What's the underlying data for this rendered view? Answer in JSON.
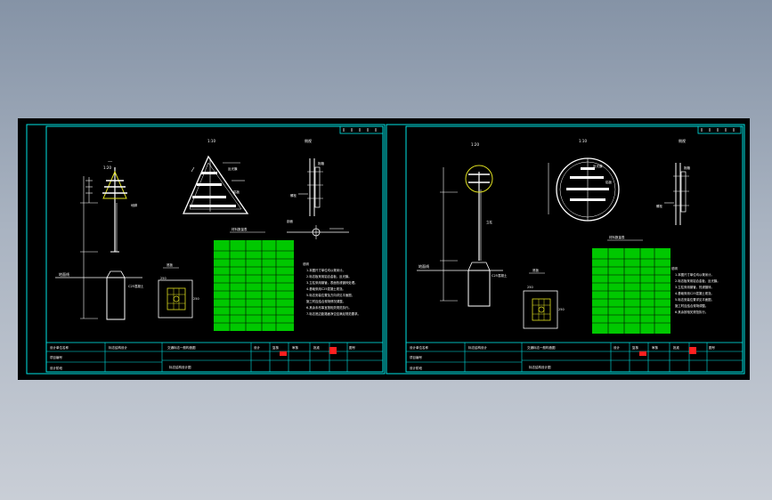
{
  "colors": {
    "background_top": "#8593a6",
    "background_bottom": "#c9ced6",
    "sheet": "#000000",
    "frame": "#00e5e5",
    "table_fill": "#00c800",
    "text_green": "#33ff33",
    "text_white": "#ffffff",
    "mark_red": "#ff2020",
    "sign_yellow": "#e0e020",
    "sign_white": "#ffffff"
  },
  "sheets": [
    {
      "id": "sheet-triangle",
      "sign_shape": "triangle",
      "icons": [
        "steel-pole-icon",
        "triangular-sign-icon",
        "foundation-icon",
        "base-plate-icon"
      ]
    },
    {
      "id": "sheet-circle",
      "sign_shape": "circle",
      "icons": [
        "steel-pole-icon",
        "circular-sign-icon",
        "foundation-icon",
        "base-plate-icon"
      ]
    }
  ]
}
